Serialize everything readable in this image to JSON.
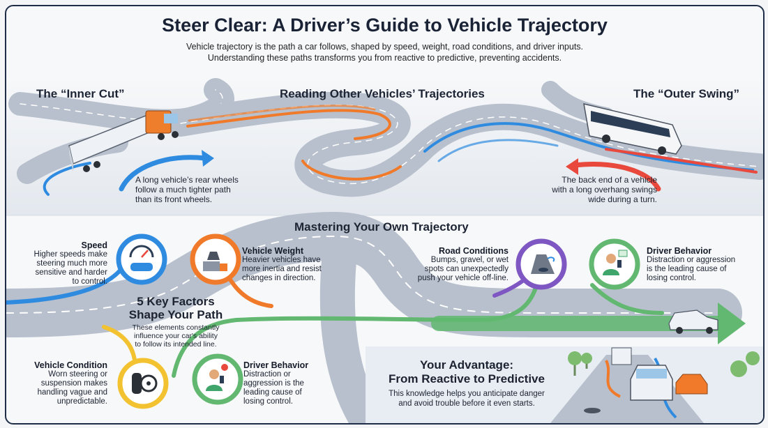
{
  "header": {
    "title": "Steer Clear: A Driver’s Guide to Vehicle Trajectory",
    "subtitle_line1": "Vehicle trajectory is the path a car follows, shaped by speed, weight, road conditions, and driver inputs.",
    "subtitle_line2": "Understanding these paths transforms you from reactive to predictive, preventing accidents."
  },
  "top": {
    "inner_cut": {
      "title": "The “Inner Cut”",
      "caption": [
        "A long vehicle’s rear wheels",
        "follow a much tighter path",
        "than its front wheels."
      ]
    },
    "reading": {
      "title": "Reading Other Vehicles’ Trajectories"
    },
    "outer_swing": {
      "title": "The “Outer Swing”",
      "caption": [
        "The back end of a vehicle",
        "with a long overhang swings",
        "wide during a turn."
      ]
    }
  },
  "mastering": {
    "title": "Mastering Your Own Trajectory",
    "center": {
      "title_line1": "5 Key Factors",
      "title_line2": "Shape Your Path",
      "desc": [
        "These elements constantly",
        "influence your car's ability",
        "to follow its intended line."
      ]
    },
    "factors": {
      "speed": {
        "title": "Speed",
        "desc": [
          "Higher speeds make",
          "steering much more",
          "sensitive and harder",
          "to control."
        ]
      },
      "weight": {
        "title": "Vehicle Weight",
        "desc": [
          "Heavier vehicles have",
          "more inertia and resist",
          "changes in direction."
        ]
      },
      "road": {
        "title": "Road Conditions",
        "desc": [
          "Bumps, gravel, or wet",
          "spots can unexpectedly",
          "push your vehicle off-line."
        ]
      },
      "driver_top": {
        "title": "Driver Behavior",
        "desc": [
          "Distraction or aggression",
          "is the leading cause of",
          "losing control."
        ]
      },
      "condition": {
        "title": "Vehicle Condition",
        "desc": [
          "Worn steering or",
          "suspension makes",
          "handling vague and",
          "unpredictable."
        ]
      },
      "driver_bottom": {
        "title": "Driver Behavior",
        "desc": [
          "Distraction or",
          "aggression is the",
          "leading cause of",
          "losing control."
        ]
      }
    }
  },
  "advantage": {
    "title_line1": "Your Advantage:",
    "title_line2": "From Reactive to Predictive",
    "desc": [
      "This knowledge helps you anticipate danger",
      "and avoid trouble before it even starts."
    ]
  },
  "colors": {
    "navy": "#1f2d48",
    "blue": "#2f8be0",
    "orange": "#f07a2a",
    "yellow": "#f2c230",
    "green": "#62b870",
    "purple": "#7e57c2",
    "red": "#e8493c",
    "road": "#aeb7c3"
  },
  "icons": [
    "speedometer-icon",
    "weight-truck-icon",
    "road-hazard-icon",
    "driver-phone-icon",
    "tire-steering-icon",
    "truck-icon",
    "bus-icon",
    "car-icon"
  ]
}
